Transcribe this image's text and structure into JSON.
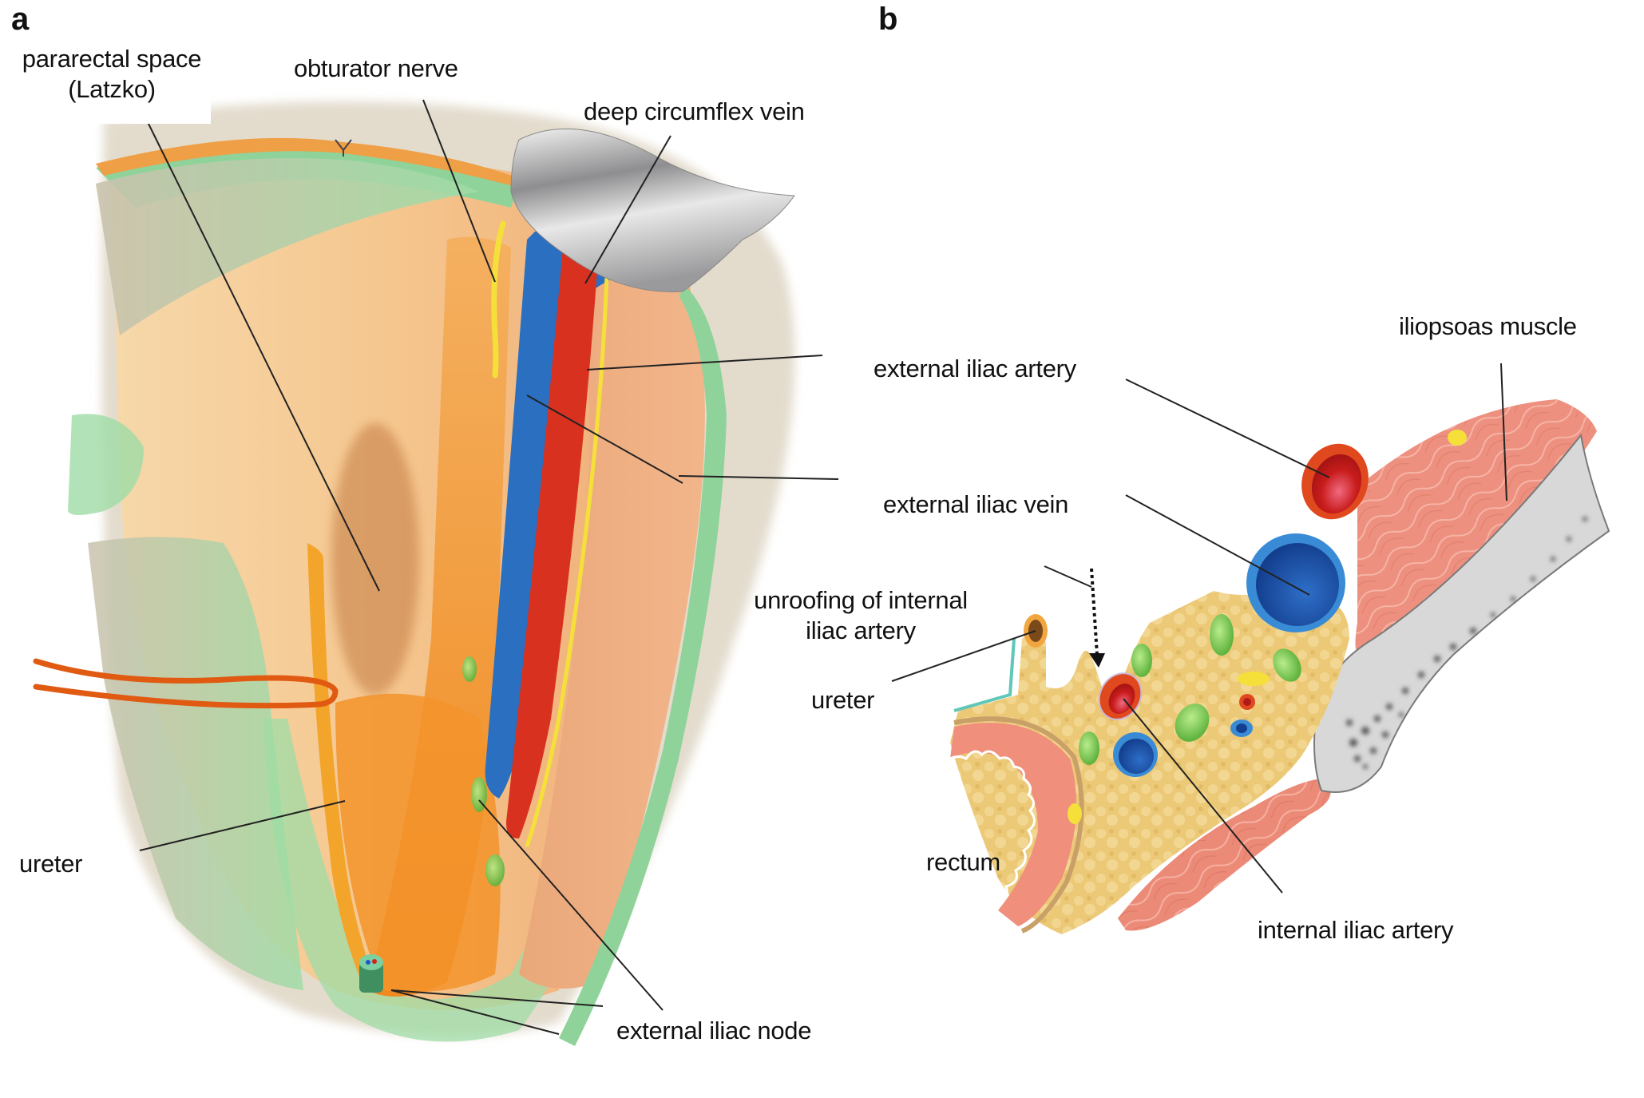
{
  "panels": {
    "a": {
      "letter": "a",
      "labels": {
        "pararectal_space_line1": "pararectal space",
        "pararectal_space_line2": "(Latzko)",
        "obturator_nerve": "obturator nerve",
        "deep_circumflex_vein": "deep circumflex vein",
        "ureter": "ureter",
        "external_iliac_node": "external iliac node"
      }
    },
    "b": {
      "letter": "b",
      "labels": {
        "iliopsoas_muscle": "iliopsoas muscle",
        "external_iliac_artery": "external iliac artery",
        "external_iliac_vein": "external iliac vein",
        "unroofing_line1": "unroofing of internal",
        "unroofing_line2": "iliac artery",
        "ureter": "ureter",
        "rectum": "rectum",
        "internal_iliac_artery": "internal iliac artery"
      }
    }
  },
  "colors": {
    "artery": "#d9311f",
    "vein": "#2a6fc0",
    "nerve": "#f5e03a",
    "fat": "#e9c877",
    "peritoneum": "#8fd39a",
    "muscle": "#ec8a78",
    "bone": "#d8d8d8",
    "ureter": "#f0a020",
    "lymph_node": "#86c95a",
    "retractor": "#a9a9ab"
  }
}
